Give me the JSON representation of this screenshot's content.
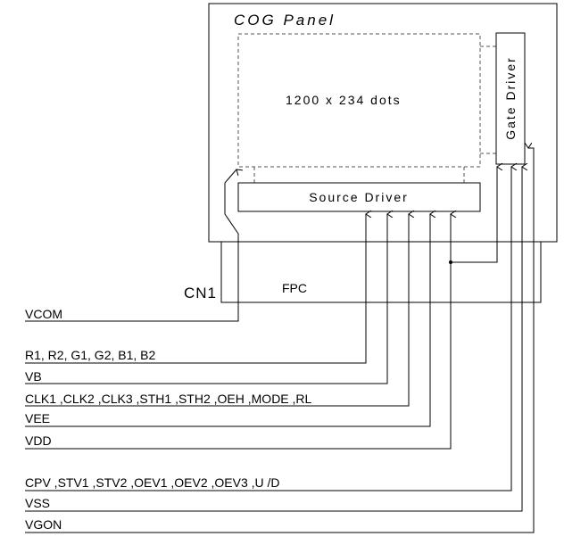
{
  "panel": {
    "title": "COG Panel",
    "resolution_label": "1200 x 234 dots",
    "gate_driver_label": "Gate Driver",
    "source_driver_label": "Source Driver"
  },
  "connector": {
    "cn_label": "CN1",
    "fpc_label": "FPC"
  },
  "signals": [
    "VCOM",
    "R1, R2, G1, G2, B1, B2",
    "VB",
    "CLK1 ,CLK2 ,CLK3 ,STH1 ,STH2 ,OEH ,MODE ,RL",
    "VEE",
    "VDD",
    "CPV ,STV1 ,STV2 ,OEV1 ,OEV2 ,OEV3 ,U /D",
    "VSS",
    "VGON"
  ]
}
